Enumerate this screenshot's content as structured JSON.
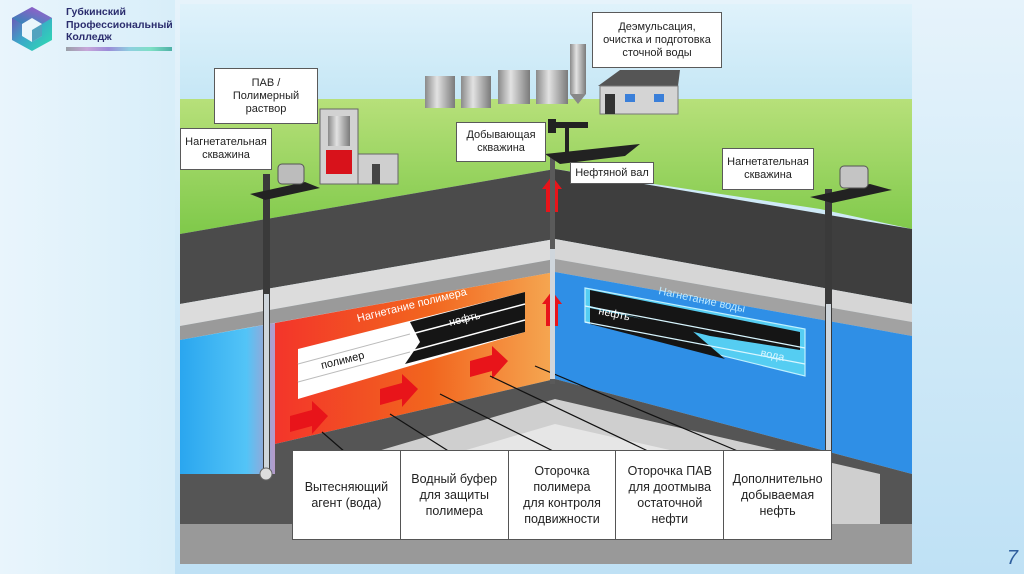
{
  "header": {
    "org_name_line1": "Губкинский",
    "org_name_line2": "Профессиональный",
    "org_name_line3": "Колледж"
  },
  "slide": {
    "page_number": "7"
  },
  "diagram": {
    "title_labels": {
      "surfactant_polymer": [
        "ПАВ /",
        "Полимерный",
        "раствор"
      ],
      "injection_well_left": [
        "Нагнетательная",
        "скважина"
      ],
      "production_well": [
        "Добывающая",
        "скважина"
      ],
      "oil_bank": "Нефтяной вал",
      "demulsification": [
        "Деэмульсация,",
        "очистка и подготовка",
        "сточной воды"
      ],
      "injection_well_right": [
        "Нагнетательная",
        "скважина"
      ]
    },
    "polymer_panel": {
      "title": "Нагнетание полимера",
      "oil_label": "нефть",
      "polymer_label": "полимер"
    },
    "water_panel": {
      "title": "Нагнетание воды",
      "oil_label": "нефть",
      "water_label": "вода"
    },
    "legend": [
      [
        "Вытесняющий",
        "агент (вода)"
      ],
      [
        "Водный буфер",
        "для защиты",
        "полимера"
      ],
      [
        "Оторочка",
        "полимера",
        "для контроля",
        "подвижности"
      ],
      [
        "Оторочка ПАВ",
        "для доотмыва",
        "остаточной",
        "нефти"
      ],
      [
        "Дополнительно",
        "добываемая",
        "нефть"
      ]
    ],
    "colors": {
      "sky": "#cfeaf7",
      "ground_grass": "#8ecf4e",
      "overburden": "#4a4a4a",
      "polymer_zone": "#f22a1e",
      "oil_bank_zone": "#f5a24a",
      "water_zone": "#2f8ce6",
      "arrow_red": "#e8141a"
    }
  }
}
